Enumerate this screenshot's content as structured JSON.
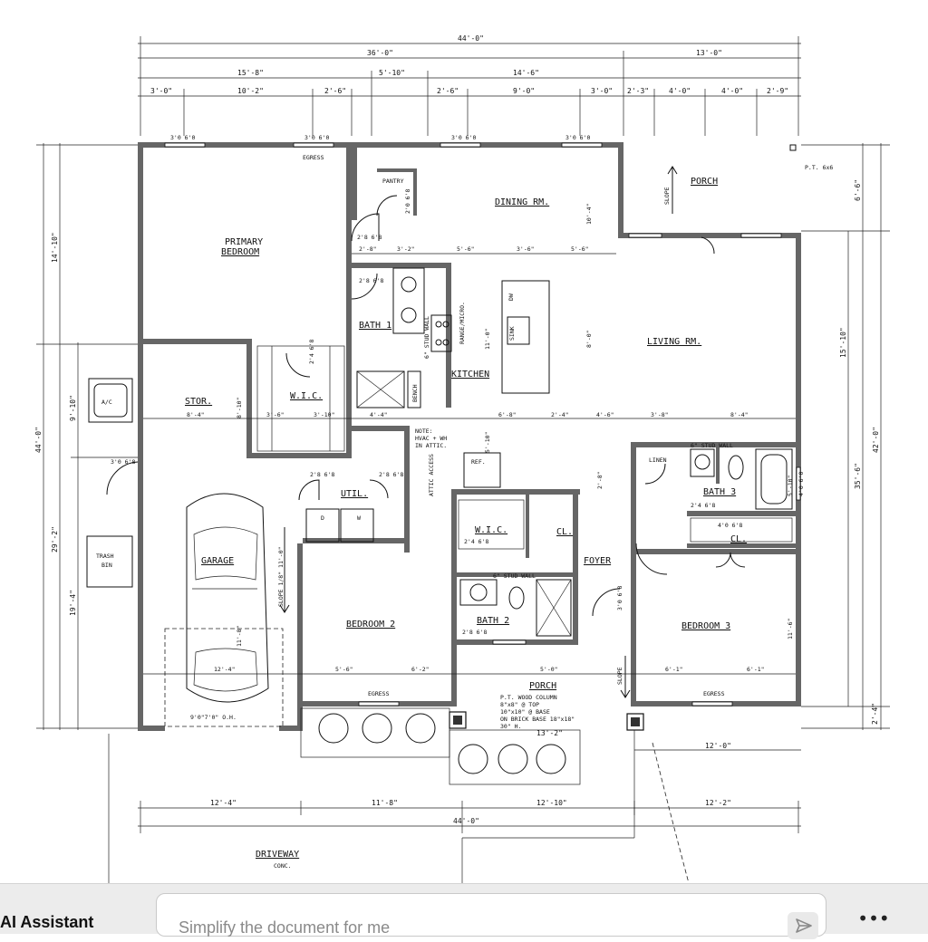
{
  "plan": {
    "overall_dims": {
      "top_total": "44'-0\"",
      "top_left": "36'-0\"",
      "top_right": "13'-0\"",
      "top_row3": [
        "15'-8\"",
        "5'-10\"",
        "14'-6\""
      ],
      "top_row4": [
        "3'-0\"",
        "10'-2\"",
        "2'-6\"",
        "2'-6\"",
        "9'-0\"",
        "3'-0\"",
        "2'-3\"",
        "4'-0\"",
        "4'-0\"",
        "2'-9\""
      ],
      "left_outer": "44'-0\"",
      "left_mid": [
        "14'-10\"",
        "29'-2\""
      ],
      "left_inner": [
        "9'-10\"",
        "19'-4\""
      ],
      "right_outer": "42'-0\"",
      "right_mid": [
        "6'-6\"",
        "35'-6\"",
        "2'-4\""
      ],
      "right_inner": "15'-10\"",
      "bottom_row1": [
        "12'-4\"",
        "11'-8\"",
        "12'-10\"",
        "12'-2\""
      ],
      "bottom_total": "44'-0\"",
      "porch_width": "13'-2\"",
      "right_bottom": "12'-0\""
    },
    "rooms": {
      "primary_bedroom_1": "PRIMARY",
      "primary_bedroom_2": "BEDROOM",
      "pantry": "PANTRY",
      "dining": "DINING RM.",
      "porch_top": "PORCH",
      "bath1": "BATH 1",
      "kitchen": "KITCHEN",
      "living": "LIVING RM.",
      "stor": "STOR.",
      "wic1": "W.I.C.",
      "util": "UTIL.",
      "garage": "GARAGE",
      "wic2": "W.I.C.",
      "cl1": "CL.",
      "foyer": "FOYER",
      "bath2": "BATH 2",
      "bedroom2": "BEDROOM 2",
      "porch_bottom": "PORCH",
      "linen": "LINEN",
      "bath3": "BATH 3",
      "cl2": "CL.",
      "bedroom3": "BEDROOM 3",
      "driveway": "DRIVEWAY",
      "driveway_sub": "CONC."
    },
    "labels": {
      "ac": "A/C",
      "trash1": "TRASH",
      "trash2": "BIN",
      "egress": "EGRESS",
      "pt_post": "P.T. 6x6",
      "slope": "SLOPE",
      "range": "RANGE/MICRO.",
      "sink": "SINK",
      "dw": "DW",
      "bench": "BENCH",
      "stud_wall": "6\" STUD WALL",
      "note1": "NOTE:",
      "note2": "HVAC + WH",
      "note3": "IN ATTIC.",
      "attic": "ATTIC ACCESS",
      "ref": "REF.",
      "garage_slope": "SLOPE 1/8\" 11'-0\"",
      "garage_door": "9'0\"7'0\" O.H.",
      "column1": "P.T. WOOD COLUMN",
      "column2": "8\"x8\" @ TOP",
      "column3": "10\"x10\" @ BASE",
      "column4": "ON BRICK BASE 18\"x18\"",
      "column5": "30\" H.",
      "dryer": "D",
      "washer": "W"
    },
    "door_tags": {
      "d1": "3'0 6'0",
      "d2": "3'0 6'0",
      "d3": "3'0 6'0",
      "d4": "3'0 6'0",
      "d5": "2'8 6'8",
      "d6": "2'0 6'8",
      "d7": "2'8 6'8",
      "d8": "2'4 6'8",
      "d9": "3'0 6'8",
      "d10": "2'8 6'8",
      "d11": "2'8 6'8",
      "d12": "2'4 6'8",
      "d13": "2'4 6'8",
      "d14": "4'0 6'8",
      "d15": "3'0 6'8",
      "d16": "2'8 6'8",
      "d17": "4'0 6'0"
    },
    "interior_dims": {
      "dim_a": "2'-8\"",
      "dim_b": "3'-2\"",
      "dim_c": "5'-6\"",
      "dim_d": "3'-6\"",
      "dim_e": "5'-6\"",
      "dim_f": "10'-4\"",
      "dim_g": "8'-0\"",
      "dim_h": "11'-0\"",
      "dim_i": "8'-4\"",
      "dim_j": "8'-10\"",
      "dim_k": "3'-6\"",
      "dim_l": "3'-10\"",
      "dim_m": "4'-4\"",
      "dim_n": "6'-8\"",
      "dim_o": "2'-4\"",
      "dim_p": "4'-6\"",
      "dim_q": "3'-8\"",
      "dim_r": "8'-4\"",
      "dim_s": "5'-10\"",
      "dim_t": "12'-4\"",
      "dim_u": "5'-6\"",
      "dim_v": "6'-2\"",
      "dim_w": "5'-0\"",
      "dim_x": "6'-1\"",
      "dim_y": "6'-1\"",
      "dim_z": "11'-8\"",
      "dim_aa": "11'-6\"",
      "dim_ab": "5'-10\"",
      "dim_ac": "2'-8\""
    }
  },
  "assistant": {
    "title": "AI Assistant",
    "prompt_placeholder": "Simplify the document for me",
    "more_label": "•••"
  },
  "icons": {
    "send": "send-arrow-icon",
    "more": "more-horizontal-icon"
  }
}
